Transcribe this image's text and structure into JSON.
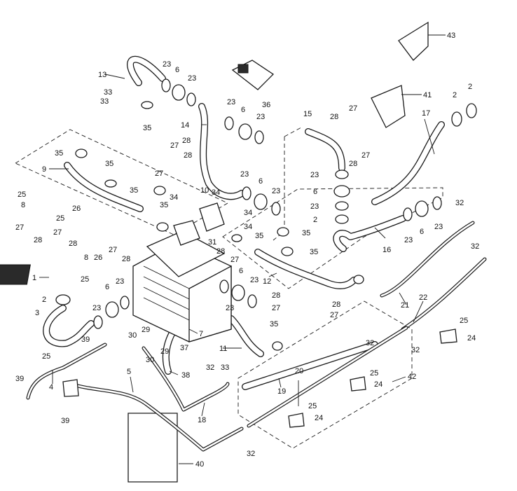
{
  "callouts": [
    {
      "id": "c43",
      "text": "43"
    },
    {
      "id": "c41",
      "text": "41"
    },
    {
      "id": "c2a",
      "text": "2"
    },
    {
      "id": "c2b",
      "text": "2"
    },
    {
      "id": "c17",
      "text": "17"
    },
    {
      "id": "c13",
      "text": "13"
    },
    {
      "id": "c23a",
      "text": "23"
    },
    {
      "id": "c6a",
      "text": "6"
    },
    {
      "id": "c23b",
      "text": "23"
    },
    {
      "id": "c33a",
      "text": "33"
    },
    {
      "id": "c33b",
      "text": "33"
    },
    {
      "id": "c35a",
      "text": "35"
    },
    {
      "id": "c36",
      "text": "36"
    },
    {
      "id": "c14",
      "text": "14"
    },
    {
      "id": "c23c",
      "text": "23"
    },
    {
      "id": "c6b",
      "text": "6"
    },
    {
      "id": "c23d",
      "text": "23"
    },
    {
      "id": "c15",
      "text": "15"
    },
    {
      "id": "c28a",
      "text": "28"
    },
    {
      "id": "c27a",
      "text": "27"
    },
    {
      "id": "c27b",
      "text": "27"
    },
    {
      "id": "c28b",
      "text": "28"
    },
    {
      "id": "c27c",
      "text": "27"
    },
    {
      "id": "c28c",
      "text": "28"
    },
    {
      "id": "c28d",
      "text": "28"
    },
    {
      "id": "c27d",
      "text": "27"
    },
    {
      "id": "c35b",
      "text": "35"
    },
    {
      "id": "c35c",
      "text": "35"
    },
    {
      "id": "c9",
      "text": "9"
    },
    {
      "id": "c23e",
      "text": "23"
    },
    {
      "id": "c6c",
      "text": "6"
    },
    {
      "id": "c23f",
      "text": "23"
    },
    {
      "id": "c23g",
      "text": "23"
    },
    {
      "id": "c6d",
      "text": "6"
    },
    {
      "id": "c23h",
      "text": "23"
    },
    {
      "id": "c2c",
      "text": "2"
    },
    {
      "id": "c35d",
      "text": "35"
    },
    {
      "id": "c34a",
      "text": "34"
    },
    {
      "id": "c10",
      "text": "10"
    },
    {
      "id": "c34b",
      "text": "34"
    },
    {
      "id": "c34c",
      "text": "34"
    },
    {
      "id": "c34d",
      "text": "34"
    },
    {
      "id": "c35e",
      "text": "35"
    },
    {
      "id": "c25a",
      "text": "25"
    },
    {
      "id": "c8a",
      "text": "8"
    },
    {
      "id": "c26a",
      "text": "26"
    },
    {
      "id": "c25b",
      "text": "25"
    },
    {
      "id": "c27e",
      "text": "27"
    },
    {
      "id": "c28e",
      "text": "28"
    },
    {
      "id": "c27f",
      "text": "27"
    },
    {
      "id": "c28f",
      "text": "28"
    },
    {
      "id": "c8b",
      "text": "8"
    },
    {
      "id": "c26b",
      "text": "26"
    },
    {
      "id": "c27g",
      "text": "27"
    },
    {
      "id": "c28g",
      "text": "28"
    },
    {
      "id": "c31",
      "text": "31"
    },
    {
      "id": "c35f",
      "text": "35"
    },
    {
      "id": "c35g",
      "text": "35"
    },
    {
      "id": "c35h",
      "text": "35"
    },
    {
      "id": "c23i",
      "text": "23"
    },
    {
      "id": "c6e",
      "text": "6"
    },
    {
      "id": "c23j",
      "text": "23"
    },
    {
      "id": "c32a",
      "text": "32"
    },
    {
      "id": "c16",
      "text": "16"
    },
    {
      "id": "c32b",
      "text": "32"
    },
    {
      "id": "c28h",
      "text": "28"
    },
    {
      "id": "c27h",
      "text": "27"
    },
    {
      "id": "c6f",
      "text": "6"
    },
    {
      "id": "c12",
      "text": "12"
    },
    {
      "id": "c23k",
      "text": "23"
    },
    {
      "id": "c23l",
      "text": "23"
    },
    {
      "id": "c28i",
      "text": "28"
    },
    {
      "id": "c27i",
      "text": "27"
    },
    {
      "id": "c28j",
      "text": "28"
    },
    {
      "id": "c27j",
      "text": "27"
    },
    {
      "id": "c21",
      "text": "21"
    },
    {
      "id": "c22",
      "text": "22"
    },
    {
      "id": "c1",
      "text": "1"
    },
    {
      "id": "c25c",
      "text": "25"
    },
    {
      "id": "c2d",
      "text": "2"
    },
    {
      "id": "c6g",
      "text": "6"
    },
    {
      "id": "c23m",
      "text": "23"
    },
    {
      "id": "c23n",
      "text": "23"
    },
    {
      "id": "c3",
      "text": "3"
    },
    {
      "id": "c39a",
      "text": "39"
    },
    {
      "id": "c30a",
      "text": "30"
    },
    {
      "id": "c29a",
      "text": "29"
    },
    {
      "id": "c29b",
      "text": "29"
    },
    {
      "id": "c37",
      "text": "37"
    },
    {
      "id": "c7",
      "text": "7"
    },
    {
      "id": "c30b",
      "text": "30"
    },
    {
      "id": "c25d",
      "text": "25"
    },
    {
      "id": "c35i",
      "text": "35"
    },
    {
      "id": "c11",
      "text": "11"
    },
    {
      "id": "c33c",
      "text": "33"
    },
    {
      "id": "c32c",
      "text": "32"
    },
    {
      "id": "c32d",
      "text": "32"
    },
    {
      "id": "c25e",
      "text": "25"
    },
    {
      "id": "c24a",
      "text": "24"
    },
    {
      "id": "c38",
      "text": "38"
    },
    {
      "id": "c4",
      "text": "4"
    },
    {
      "id": "c5",
      "text": "5"
    },
    {
      "id": "c39b",
      "text": "39"
    },
    {
      "id": "c39c",
      "text": "39"
    },
    {
      "id": "c32e",
      "text": "32"
    },
    {
      "id": "c19",
      "text": "19"
    },
    {
      "id": "c20",
      "text": "20"
    },
    {
      "id": "c25f",
      "text": "25"
    },
    {
      "id": "c24b",
      "text": "24"
    },
    {
      "id": "c42",
      "text": "42"
    },
    {
      "id": "c18",
      "text": "18"
    },
    {
      "id": "c25g",
      "text": "25"
    },
    {
      "id": "c24c",
      "text": "24"
    },
    {
      "id": "c40",
      "text": "40"
    },
    {
      "id": "c32f",
      "text": "32"
    }
  ]
}
